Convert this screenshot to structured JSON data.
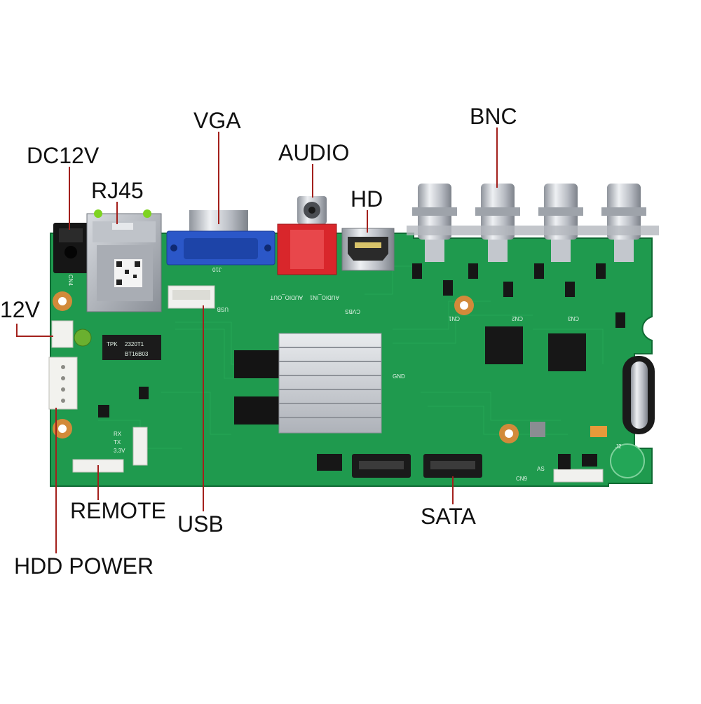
{
  "labels": {
    "vga": "VGA",
    "bnc": "BNC",
    "dc12v": "DC12V",
    "audio": "AUDIO",
    "rj45": "RJ45",
    "hd": "HD",
    "twelve_v": "12V",
    "remote": "REMOTE",
    "usb": "USB",
    "sata": "SATA",
    "hdd_power": "HDD POWER"
  },
  "board": {
    "chip_main_text": [
      "TPK",
      "2320T1",
      "BT16B03"
    ],
    "silk_texts": [
      "USB",
      "AUDIO_OUT",
      "AUDIO_IN1",
      "CVBS",
      "J10",
      "CN1",
      "CN2",
      "CN3",
      "CN4",
      "GND",
      "RX",
      "TX",
      "3.3V",
      "AS",
      "CN9",
      "J2"
    ]
  },
  "colors": {
    "pcb": "#1f9a4e",
    "pcb_dark": "#157a3b",
    "leader": "#a3201c",
    "vga_blue": "#2b57c8",
    "audio_red": "#d9262b",
    "heatsink": "#c9ccd2",
    "gold": "#d28a3a"
  }
}
